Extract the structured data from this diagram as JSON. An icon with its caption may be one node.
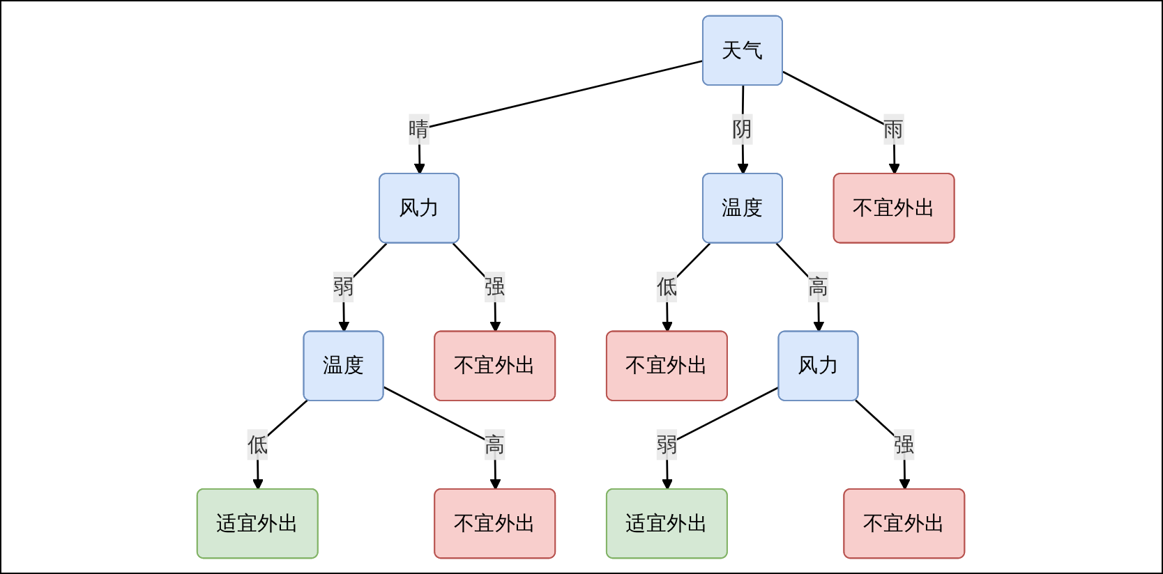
{
  "diagram": {
    "nodes": [
      {
        "text": [
          "天气"
        ]
      },
      {
        "text": [
          "风力"
        ]
      },
      {
        "text": [
          "温度"
        ]
      },
      {
        "text": [
          "不宜外出"
        ]
      },
      {
        "text": [
          "温度"
        ]
      },
      {
        "text": [
          "不宜外出"
        ]
      },
      {
        "text": [
          "不宜外出"
        ]
      },
      {
        "text": [
          "风力"
        ]
      },
      {
        "text": [
          "适宜外出"
        ]
      },
      {
        "text": [
          "不宜外出"
        ]
      },
      {
        "text": [
          "适宜外出"
        ]
      },
      {
        "text": [
          "不宜外出"
        ]
      }
    ],
    "edges": [
      {
        "from": 0,
        "to": 1,
        "arrow": "to",
        "label": "晴"
      },
      {
        "from": 0,
        "to": 2,
        "arrow": "to",
        "label": "阴"
      },
      {
        "from": 0,
        "to": 3,
        "arrow": "to",
        "label": "雨"
      },
      {
        "from": 1,
        "to": 4,
        "arrow": "to",
        "label": "弱"
      },
      {
        "from": 1,
        "to": 5,
        "arrow": "to",
        "label": "强"
      },
      {
        "from": 2,
        "to": 6,
        "arrow": "to",
        "label": "低"
      },
      {
        "from": 2,
        "to": 7,
        "arrow": "to",
        "label": "高"
      },
      {
        "from": 4,
        "to": 8,
        "arrow": "to",
        "label": "低"
      },
      {
        "from": 4,
        "to": 9,
        "arrow": "to",
        "label": "高"
      },
      {
        "from": 7,
        "to": 10,
        "arrow": "to",
        "label": "弱"
      },
      {
        "from": 7,
        "to": 11,
        "arrow": "to",
        "label": "强"
      }
    ]
  }
}
